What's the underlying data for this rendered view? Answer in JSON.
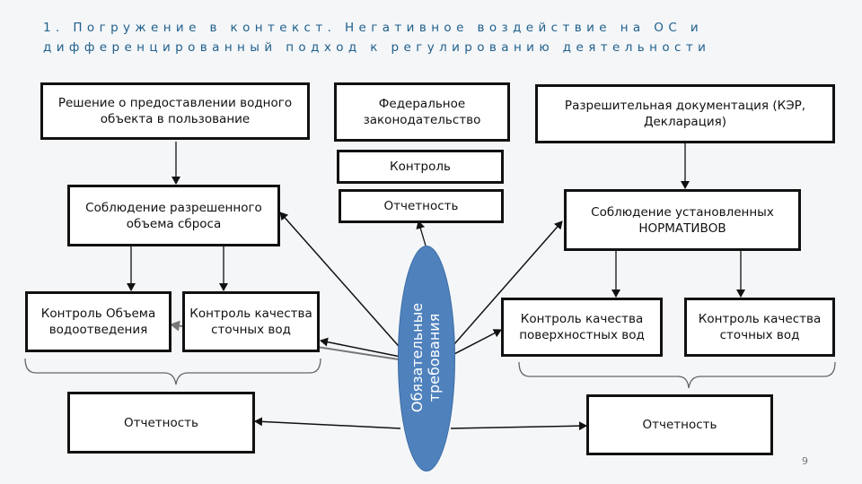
{
  "title": "1. Погружение в контекст. Негативное воздействие на ОС и дифференцированный подход к регулированию деятельности",
  "boxes": {
    "decision": "Решение о предоставлении водного объекта в пользование",
    "federal_law": "Федеральное законодательство",
    "permit_docs": "Разрешительная документация (КЭР, Декларация)",
    "control_center": "Контроль",
    "reporting_center": "Отчетность",
    "allowed_volume": "Соблюдение разрешенного объема сброса",
    "norms": "Соблюдение установленных НОРМАТИВОВ",
    "volume_control": "Контроль Объема водоотведения",
    "wastewater_quality_left": "Контроль качества сточных вод",
    "surface_quality": "Контроль качества поверхностных вод",
    "wastewater_quality_right": "Контроль качества сточных вод",
    "reporting_left": "Отчетность",
    "reporting_right": "Отчетность"
  },
  "center_label": "Обязательные требования",
  "page_number": "9"
}
